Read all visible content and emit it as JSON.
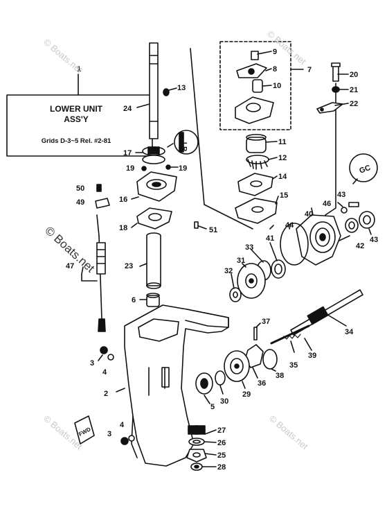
{
  "title_box": {
    "line1": "LOWER UNIT",
    "line2": "ASS'Y",
    "grids": "Grids D-3~5 Rel. #2-81"
  },
  "assembly_ref": "1",
  "watermark": "© Boats.net",
  "callouts": {
    "c2": "2",
    "c3a": "3",
    "c3b": "3",
    "c4a": "4",
    "c4b": "4",
    "c5": "5",
    "c6": "6",
    "c7": "7",
    "c8": "8",
    "c9": "9",
    "c10": "10",
    "c11": "11",
    "c12": "12",
    "c13": "13",
    "c14": "14",
    "c15": "15",
    "c16": "16",
    "c17": "17",
    "c18": "18",
    "c19a": "19",
    "c19b": "19",
    "c20": "20",
    "c21": "21",
    "c22": "22",
    "c23": "23",
    "c24": "24",
    "c25": "25",
    "c26": "26",
    "c27": "27",
    "c28": "28",
    "c29": "29",
    "c30": "30",
    "c31": "31",
    "c32": "32",
    "c33": "33",
    "c34": "34",
    "c35": "35",
    "c36": "36",
    "c37": "37",
    "c38": "38",
    "c39": "39",
    "c40": "40",
    "c41": "41",
    "c42": "42",
    "c43a": "43",
    "c43b": "43",
    "c44": "44",
    "c46": "46",
    "c47": "47",
    "c49": "49",
    "c50": "50",
    "c51": "51"
  },
  "badges": {
    "fwd": "FWD",
    "gc": "GC",
    "lr": "LR"
  },
  "colors": {
    "ink": "#111111",
    "watermark": "#c9c9c9"
  }
}
